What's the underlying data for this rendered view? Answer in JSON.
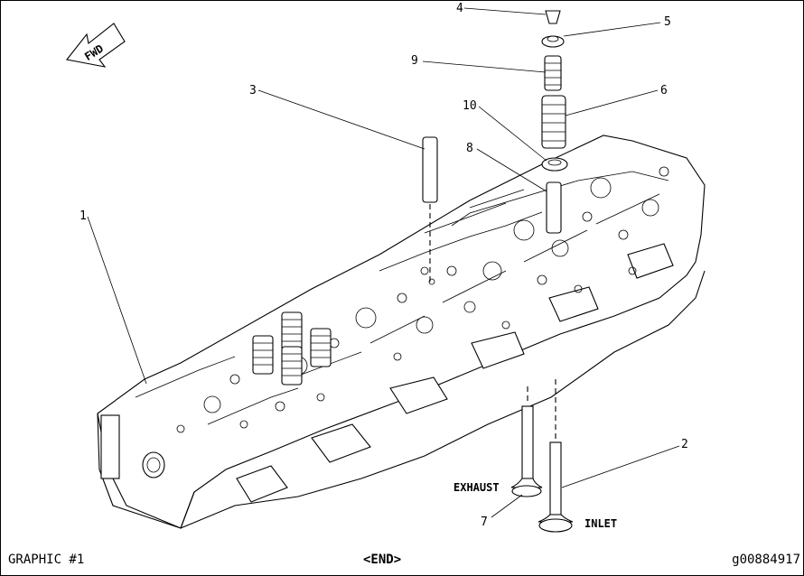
{
  "direction_label": "FWD",
  "callouts": {
    "c1": "1",
    "c2": "2",
    "c3": "3",
    "c4": "4",
    "c5": "5",
    "c6": "6",
    "c7": "7",
    "c8": "8",
    "c9": "9",
    "c10": "10"
  },
  "valve_labels": {
    "exhaust": "EXHAUST",
    "inlet": "INLET"
  },
  "footer": {
    "left": "GRAPHIC #1",
    "center": "<END>",
    "right": "g00884917"
  }
}
